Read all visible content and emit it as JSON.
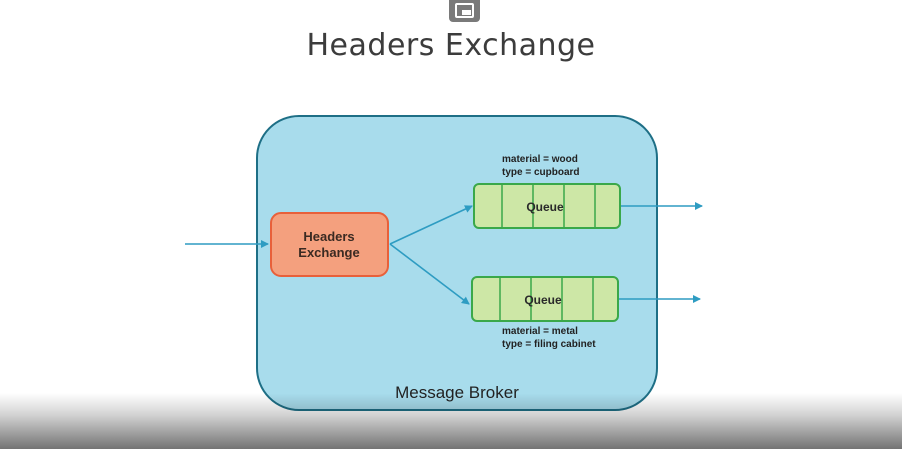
{
  "slide": {
    "title": "Headers Exchange"
  },
  "player": {
    "pip_icon": "picture-in-picture-icon"
  },
  "diagram": {
    "broker_label": "Message Broker",
    "exchange_label_line1": "Headers",
    "exchange_label_line2": "Exchange",
    "queues": [
      {
        "label": "Queue",
        "header_line1": "material = wood",
        "header_line2": "type = cupboard"
      },
      {
        "label": "Queue",
        "header_line1": "material = metal",
        "header_line2": "type = filing cabinet"
      }
    ],
    "colors": {
      "broker_fill": "#a8dcec",
      "broker_stroke": "#1e6f86",
      "exchange_fill": "#f4a07e",
      "exchange_stroke": "#e8603a",
      "queue_fill": "#cde7a6",
      "queue_stroke": "#3aa84a",
      "arrow": "#2e9cc2"
    }
  }
}
